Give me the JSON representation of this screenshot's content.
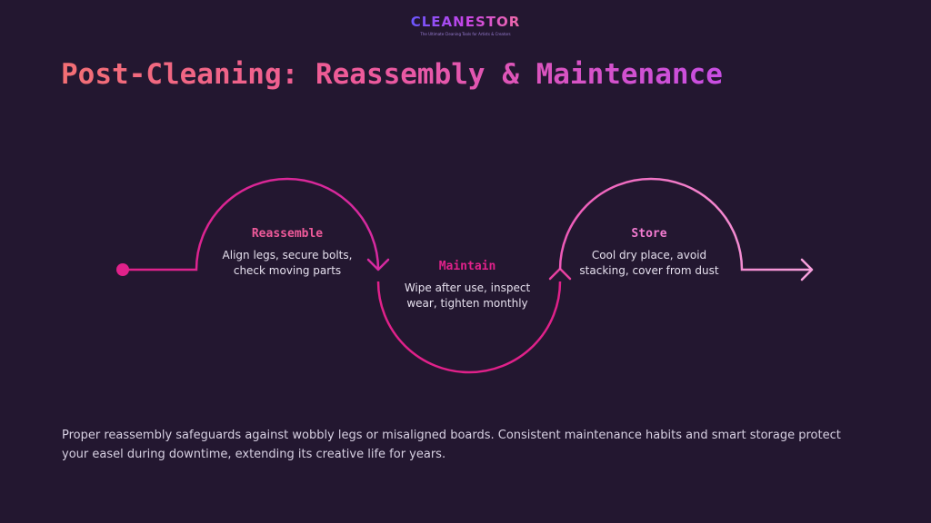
{
  "logo": {
    "name": "CLEANESTOR",
    "tagline": "The Ultimate Cleaning Tools for Artists & Creators"
  },
  "title": "Post-Cleaning: Reassembly & Maintenance",
  "colors": {
    "background": "#231730",
    "title_start": "#f36f74",
    "title_end": "#c84ee3",
    "path_pink": "#e0218a",
    "path_light": "#f27bd0"
  },
  "steps": [
    {
      "title": "Reassemble",
      "desc_lines": [
        "Align legs, secure bolts,",
        "check moving parts"
      ],
      "color": "#ee5a9a"
    },
    {
      "title": "Maintain",
      "desc_lines": [
        "Wipe after use, inspect",
        "wear, tighten monthly"
      ],
      "color": "#e0218a"
    },
    {
      "title": "Store",
      "desc_lines": [
        "Cool dry place, avoid",
        "stacking, cover from dust"
      ],
      "color": "#f27bd0"
    }
  ],
  "description": "Proper reassembly safeguards against wobbly legs or misaligned boards. Consistent maintenance habits and smart storage protect your easel during downtime, extending its creative life for years."
}
